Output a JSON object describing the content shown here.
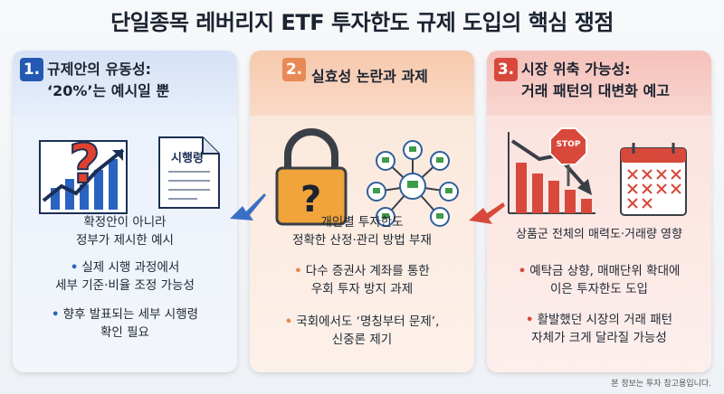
{
  "title": "단일종목 레버리지 ETF 투자한도 규제 도입의 핵심 쟁점",
  "cards": [
    {
      "number": "1.",
      "heading_line1": "규제안의 유동성:",
      "heading_line2": "‘20%’는 예시일 뿐",
      "doc_label": "시행령",
      "main_line1": "확정안이 아니라",
      "main_line2": "정부가 제시한 예시",
      "bullet1_line1": "실제 시행 과정에서",
      "bullet1_line2": "세부 기준·비율 조정 가능성",
      "bullet2_line1": "향후 발표되는 세부 시행령",
      "bullet2_line2": "확인 필요"
    },
    {
      "number": "2.",
      "heading_line1": "실효성 논란과 과제",
      "main_line1": "개인별 투자한도",
      "main_line2": "정확한 산정·관리 방법 부재",
      "bullet1_line1": "다수 증권사 계좌를 통한",
      "bullet1_line2": "우회 투자 방지 과제",
      "bullet2_line1": "국회에서도 ‘명칭부터 문제’,",
      "bullet2_line2": "신중론 제기"
    },
    {
      "number": "3.",
      "heading_line1": "시장 위축 가능성:",
      "heading_line2": "거래 패턴의 대변화 예고",
      "stop_label": "STOP",
      "main_line1": "상품군 전체의 매력도·거래량 영향",
      "bullet1_line1": "예탁금 상향, 매매단위 확대에",
      "bullet1_line2": "이은 투자한도 도입",
      "bullet2_line1": "활발했던 시장의 거래 패턴",
      "bullet2_line2": "자체가 크게 달라질 가능성"
    }
  ],
  "footnote": "본 정보는 투자 참고용입니다.",
  "colors": {
    "blue": "#2459b3",
    "orange": "#e88a55",
    "red": "#d8493b"
  }
}
